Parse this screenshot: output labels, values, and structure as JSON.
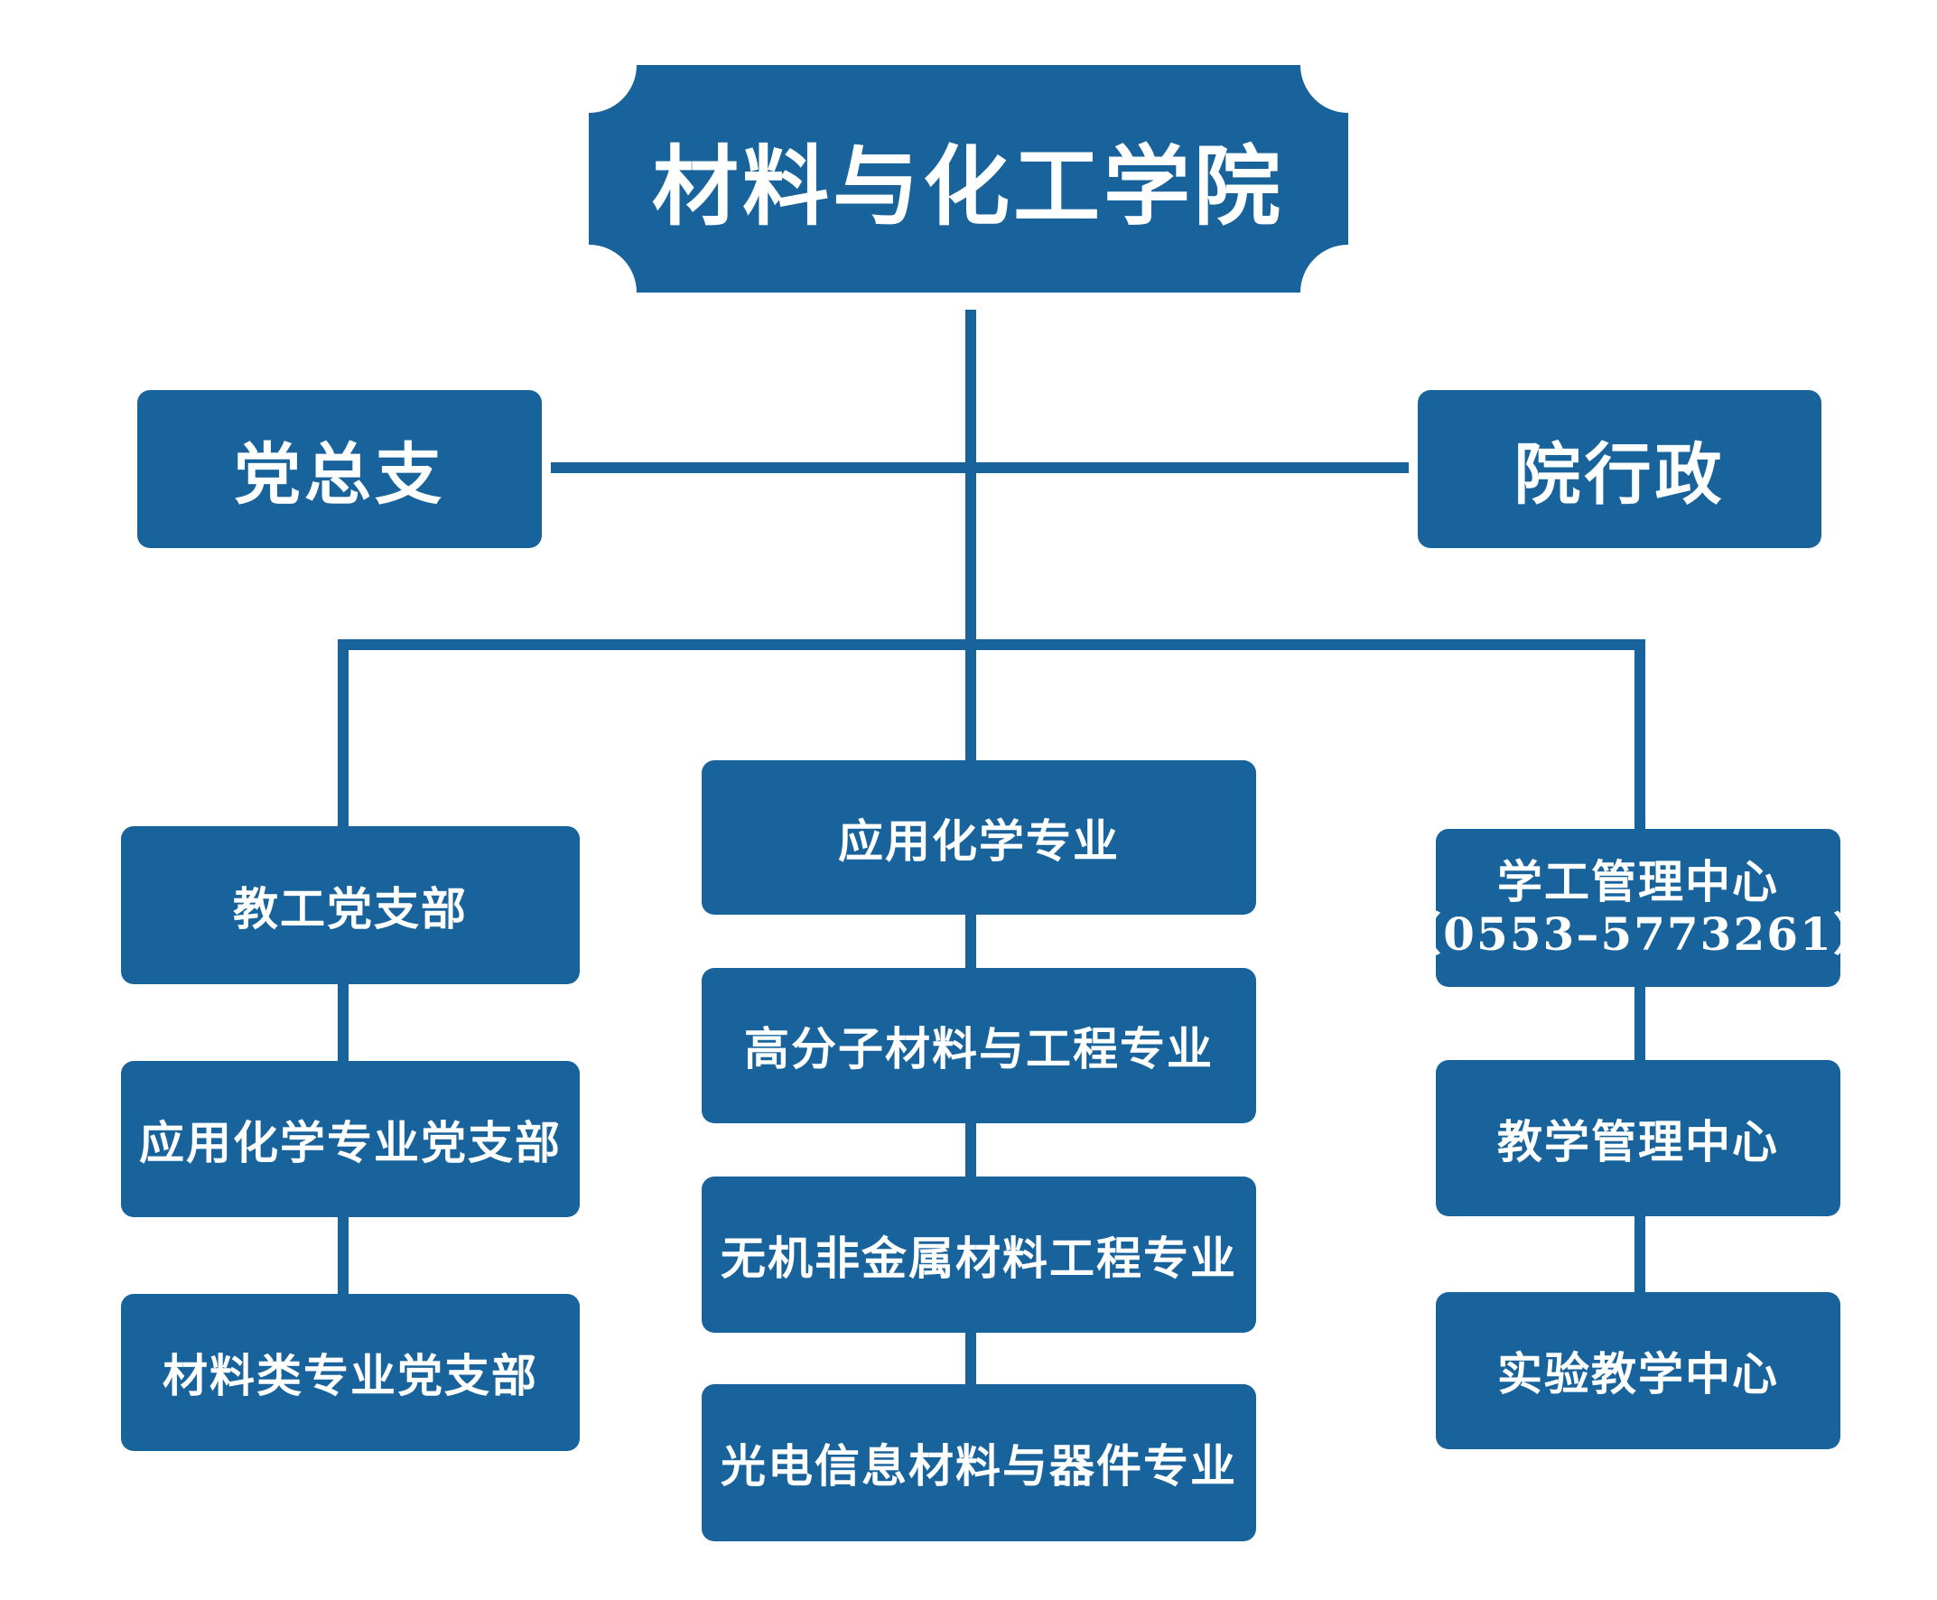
{
  "root": {
    "title": "材料与化工学院"
  },
  "upper_branches": {
    "left": "党总支",
    "right": "院行政"
  },
  "party_branches": [
    "教工党支部",
    "应用化学专业党支部",
    "材料类专业党支部"
  ],
  "majors": [
    "应用化学专业",
    "高分子材料与工程专业",
    "无机非金属材料工程专业",
    "光电信息材料与器件专业"
  ],
  "centers": {
    "student_affairs": {
      "name": "学工管理中心",
      "phone": "（0553–5773261）"
    },
    "teaching": "教学管理中心",
    "experimental": "实验教学中心"
  },
  "colors": {
    "box_fill": "#18639b",
    "text": "#ffffff",
    "background": "#ffffff"
  }
}
